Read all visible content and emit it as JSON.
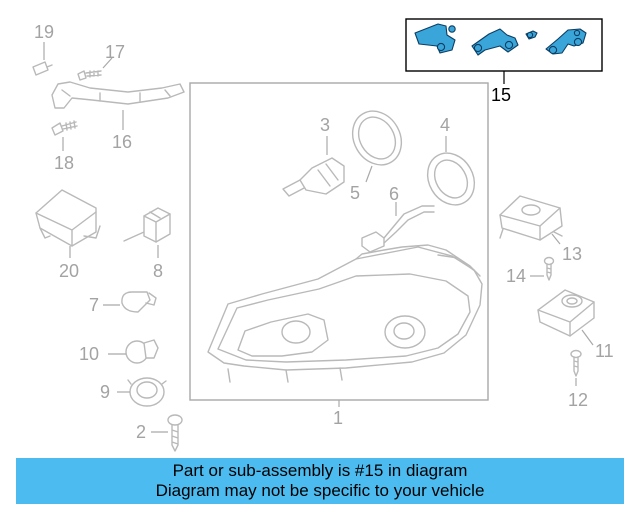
{
  "callouts": {
    "n1": "1",
    "n2": "2",
    "n3": "3",
    "n4": "4",
    "n5": "5",
    "n6": "6",
    "n7": "7",
    "n8": "8",
    "n9": "9",
    "n10": "10",
    "n11": "11",
    "n12": "12",
    "n13": "13",
    "n14": "14",
    "n15": "15",
    "n16": "16",
    "n17": "17",
    "n18": "18",
    "n19": "19",
    "n20": "20"
  },
  "highlight_color": "#3aa5d9",
  "banner": {
    "line1": "Part or sub-assembly is #15 in diagram",
    "line2": "Diagram may not be specific to your vehicle",
    "color": "#4cbcf0"
  }
}
